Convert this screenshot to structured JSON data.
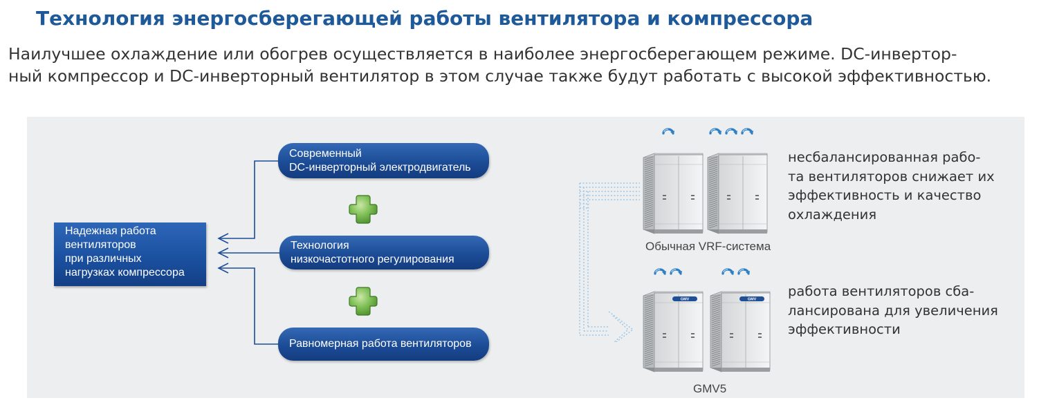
{
  "header": {
    "title": "Технология энергосберегающей работы вентилятора и компрессора",
    "intro_line1": "Наилучшее охлаждение или обогрев осуществляется в наиболее энергосберегающем режиме. DC-инвертор-",
    "intro_line2": "ный компрессор и DC-инверторный вентилятор в этом случае также будут работать с высокой эффективностью."
  },
  "diagram": {
    "main_box_lines": [
      "Надежная работа",
      "вентиляторов",
      "при различных",
      "нагрузках компрессора"
    ],
    "features": [
      {
        "lines": [
          "Современный",
          "DC-инверторный электродвигатель"
        ]
      },
      {
        "lines": [
          "Технология",
          "низкочастотного регулирования"
        ]
      },
      {
        "lines": [
          "Равномерная работа вентиляторов"
        ]
      }
    ]
  },
  "comparison": {
    "conventional_label": "Обычная VRF-система",
    "gmv_label": "GMV5",
    "unit_brand": "GMV",
    "conventional_description": [
      "несбалансированная рабо-",
      "та вентиляторов снижает их",
      "эффективность и качество",
      "охлаждения"
    ],
    "gmv_description": [
      "работа вентиляторов сба-",
      "лансирована для увеличения",
      "эффективности"
    ]
  },
  "colors": {
    "title_blue": "#1e5a99",
    "box_blue": "#1c4c96",
    "panel_gray": "#eceef0",
    "plus_green": "#6ab04c",
    "text_gray": "#333333"
  }
}
